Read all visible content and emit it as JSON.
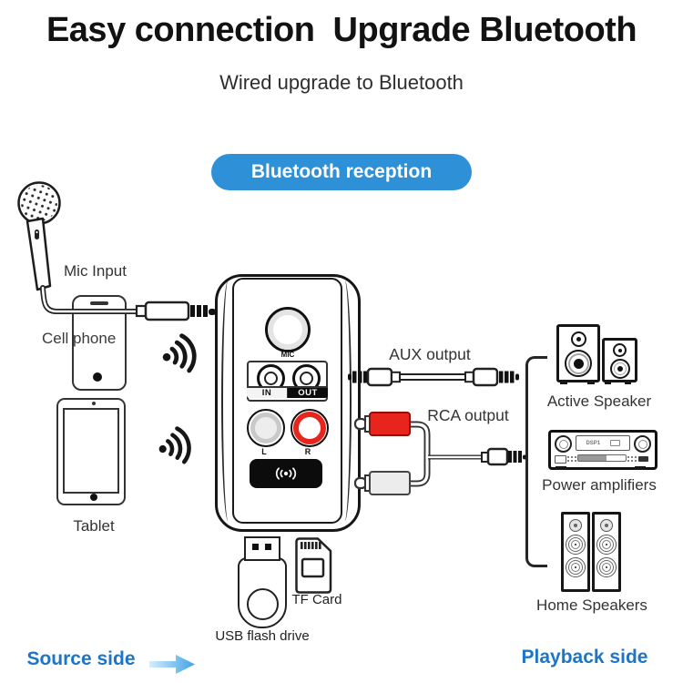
{
  "header": {
    "title": "Easy connection  Upgrade Bluetooth",
    "subtitle": "Wired upgrade to Bluetooth"
  },
  "badge": {
    "label": "Bluetooth reception"
  },
  "source": {
    "mic_label": "Mic Input",
    "cellphone_label": "Cell phone",
    "tablet_label": "Tablet",
    "side_label": "Source side"
  },
  "device": {
    "knob_label": "MIC",
    "jack_in": "IN",
    "jack_out": "OUT",
    "rca_left": "L",
    "rca_right": "R"
  },
  "outputs": {
    "aux_label": "AUX output",
    "rca_label": "RCA output"
  },
  "playback": {
    "active_speaker": "Active Speaker",
    "power_amplifiers": "Power amplifiers",
    "home_speakers": "Home Speakers",
    "amp_display": "DSP1",
    "side_label": "Playback side"
  },
  "storage": {
    "tf_card": "TF Card",
    "usb_flash": "USB flash drive"
  },
  "colors": {
    "accent_blue": "#2e91d8",
    "side_blue": "#1d75c7",
    "rca_red": "#e8251d"
  }
}
